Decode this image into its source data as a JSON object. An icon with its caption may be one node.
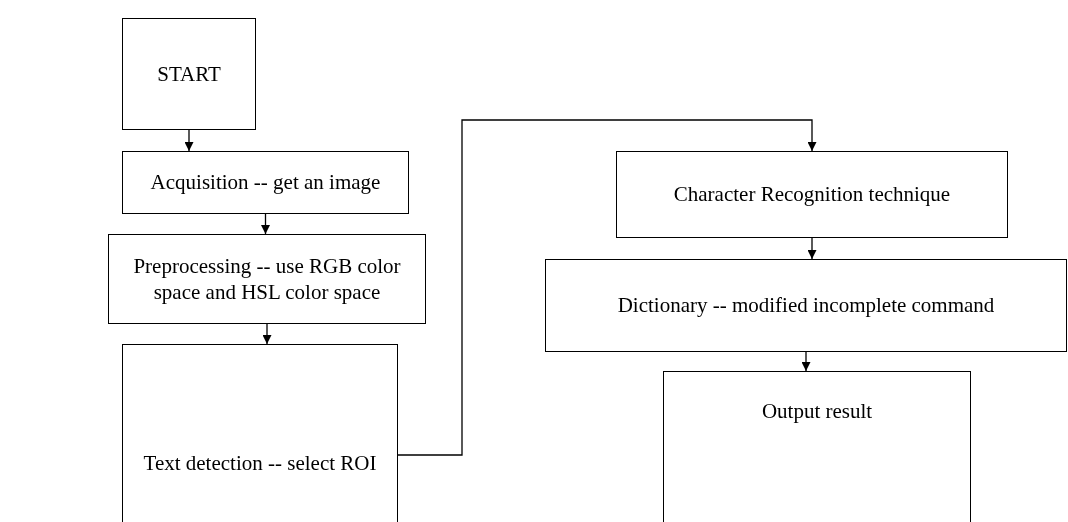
{
  "diagram": {
    "nodes": [
      {
        "text": [
          "START"
        ]
      },
      {
        "text": [
          "Acquisition -- get an image"
        ]
      },
      {
        "text": [
          "Preprocessing -- use RGB color space and HSL color space"
        ]
      },
      {
        "text": [
          "Text detection -- select ROI"
        ]
      },
      {
        "text": [
          "Character Recognition technique"
        ]
      },
      {
        "text": [
          "Dictionary -- modified incomplete command"
        ]
      },
      {
        "text": [
          "Output result"
        ]
      }
    ],
    "edges": [
      {
        "from": 0,
        "to": 1,
        "arrow": "to"
      },
      {
        "from": 1,
        "to": 2,
        "arrow": "to"
      },
      {
        "from": 2,
        "to": 3,
        "arrow": "to"
      },
      {
        "from": 3,
        "to": 4,
        "arrow": "to"
      },
      {
        "from": 4,
        "to": 5,
        "arrow": "to"
      },
      {
        "from": 5,
        "to": 6,
        "arrow": "to"
      }
    ]
  }
}
